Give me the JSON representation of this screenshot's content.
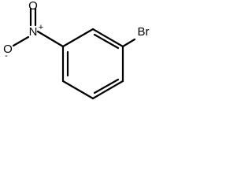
{
  "molecule": {
    "atoms": {
      "bromine": "Br",
      "nitrogen": "N",
      "nitrogen_charge": "+",
      "oxygen_top": "O",
      "oxygen_bottom": "O",
      "oxygen_bottom_charge": "-"
    },
    "colors": {
      "bond": "#000000",
      "text": "#000000",
      "background": "#ffffff"
    }
  }
}
